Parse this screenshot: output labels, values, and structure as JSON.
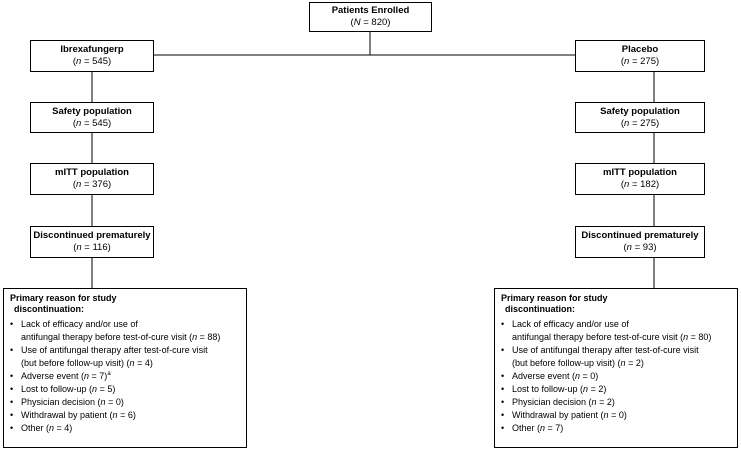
{
  "enrolled": {
    "title": "Patients Enrolled",
    "sub_var": "N",
    "sub_val": " = 820)"
  },
  "left": {
    "arm": {
      "title": "Ibrexafungerp",
      "sub_val": " = 545)"
    },
    "safety": {
      "title": "Safety population",
      "sub_val": " = 545)"
    },
    "mitt": {
      "title": "mITT population",
      "sub_val": " = 376)"
    },
    "discontinued": {
      "title": "Discontinued prematurely",
      "sub_val": " = 116)"
    },
    "reasons": {
      "header_1": "Primary reason for study",
      "header_2": "discontinuation:",
      "items": [
        {
          "l1": "Lack of efficacy and/or use of",
          "l2a": "antifungal therapy before test-of-cure visit (",
          "l2b": " = 88)"
        },
        {
          "l1": "Use of antifungal therapy after test-of-cure visit",
          "l2a": "(but before follow-up visit) (",
          "l2b": " = 4)"
        },
        {
          "l1a": "Adverse event (",
          "l1b": " = 7)",
          "sup": "a"
        },
        {
          "l1a": "Lost to follow-up (",
          "l1b": " = 5)"
        },
        {
          "l1a": "Physician decision (",
          "l1b": " = 0)"
        },
        {
          "l1a": "Withdrawal by patient (",
          "l1b": " = 6)"
        },
        {
          "l1a": "Other (",
          "l1b": " = 4)"
        }
      ]
    }
  },
  "right": {
    "arm": {
      "title": "Placebo",
      "sub_val": " = 275)"
    },
    "safety": {
      "title": "Safety population",
      "sub_val": " = 275)"
    },
    "mitt": {
      "title": "mITT population",
      "sub_val": " = 182)"
    },
    "discontinued": {
      "title": "Discontinued prematurely",
      "sub_val": " = 93)"
    },
    "reasons": {
      "header_1": "Primary reason for study",
      "header_2": "discontinuation:",
      "items": [
        {
          "l1": "Lack of efficacy and/or use of",
          "l2a": "antifungal therapy before test-of-cure visit (",
          "l2b": " = 80)"
        },
        {
          "l1": "Use of antifungal therapy after test-of-cure visit",
          "l2a": "(but before follow-up visit) (",
          "l2b": " = 2)"
        },
        {
          "l1a": "Adverse event (",
          "l1b": " = 0)"
        },
        {
          "l1a": "Lost to follow-up (",
          "l1b": " = 2)"
        },
        {
          "l1a": "Physician decision (",
          "l1b": " = 2)"
        },
        {
          "l1a": "Withdrawal by patient (",
          "l1b": " = 0)"
        },
        {
          "l1a": "Other (",
          "l1b": " = 7)"
        }
      ]
    }
  },
  "n_var": "n",
  "open_paren": "("
}
